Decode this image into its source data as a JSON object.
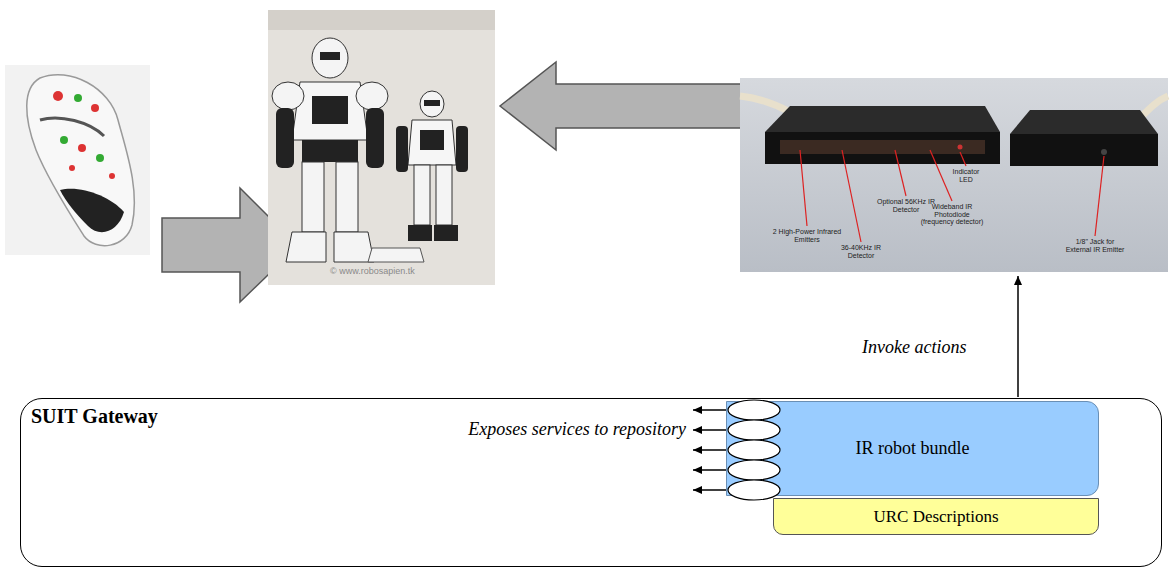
{
  "diagram": {
    "nodes": [
      {
        "text": [
          "SUIT Gateway"
        ]
      },
      {
        "text": [
          "IR robot bundle"
        ],
        "in": 0
      },
      {
        "text": [
          "URC Descriptions"
        ],
        "in": 0
      }
    ],
    "labels": [
      "Invoke actions",
      "Exposes services to repository",
      "2 High-Power Infrared Emitters",
      "36-40KHz IR Detector",
      "Optional 56KHz IR Detector",
      "Wideband IR Photodiode (frequency detector)",
      "Indicator LED",
      "1/8\" Jack for External IR Emitter",
      "© www.robosapien.tk"
    ]
  }
}
